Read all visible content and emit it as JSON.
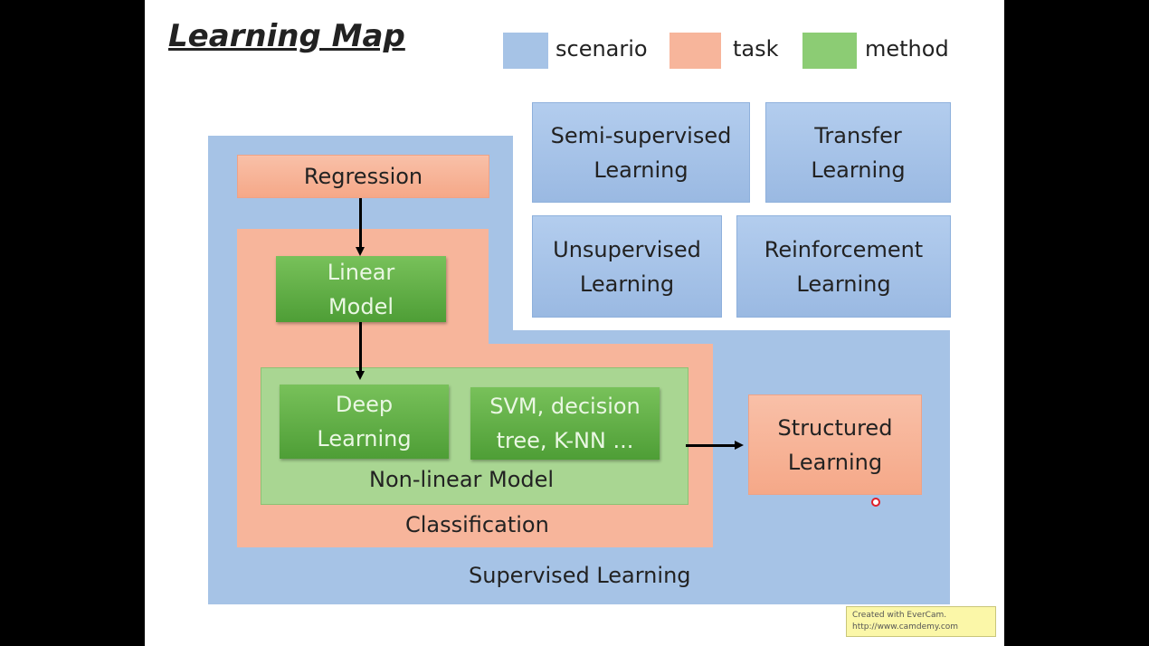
{
  "title": "Learning Map",
  "legend": [
    {
      "label": "scenario",
      "color": "#a6c3e6"
    },
    {
      "label": "task",
      "color": "#f7b59b"
    },
    {
      "label": "method",
      "color": "#8ccc74"
    }
  ],
  "scenarios": {
    "semi": "Semi-supervised\nLearning",
    "transfer": "Transfer\nLearning",
    "unsup": "Unsupervised\nLearning",
    "rl": "Reinforcement\nLearning",
    "supervised": "Supervised Learning"
  },
  "tasks": {
    "regression": "Regression",
    "classification": "Classification",
    "structured": "Structured\nLearning"
  },
  "methods": {
    "linear": "Linear\nModel",
    "deep": "Deep\nLearning",
    "svm": "SVM, decision\ntree, K-NN ...",
    "nonlinear": "Non-linear Model"
  },
  "watermark": {
    "line1": "Created with EverCam.",
    "line2": "http://www.camdemy.com"
  }
}
